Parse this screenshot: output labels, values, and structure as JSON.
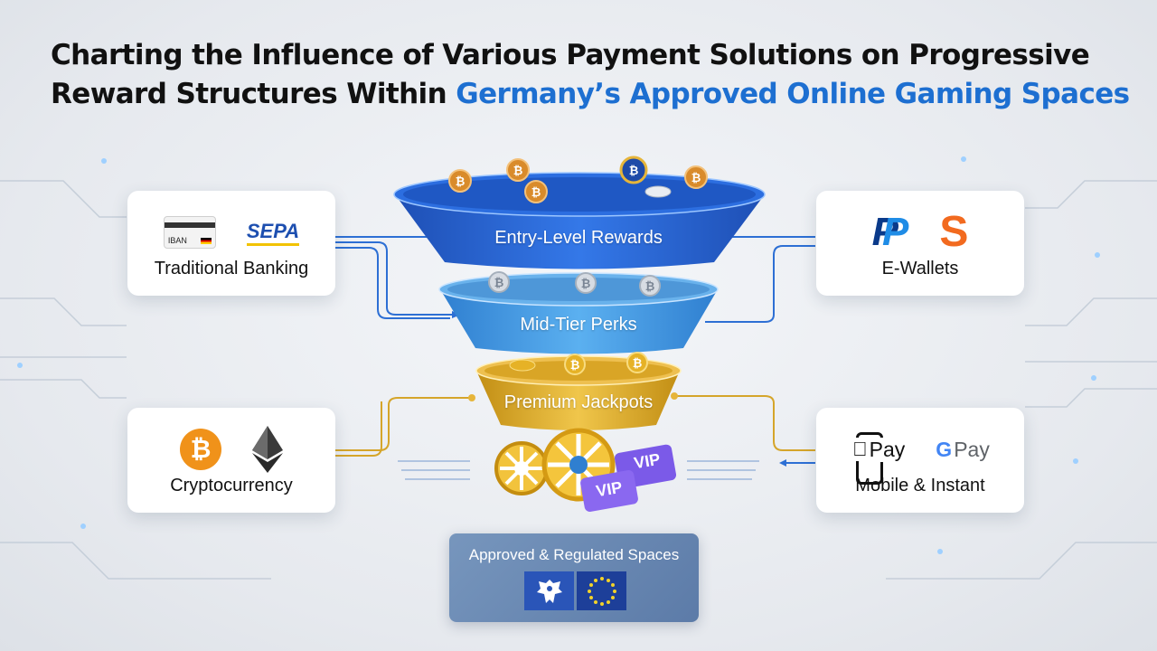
{
  "title": {
    "line1": "Charting the Influence of Various Payment Solutions on Progressive",
    "line2_prefix": "Reward Structures Within ",
    "line2_highlight": "Germany’s Approved Online Gaming Spaces"
  },
  "tiers": [
    {
      "label": "Entry-Level Rewards",
      "color": "#2a63d6"
    },
    {
      "label": "Mid-Tier Perks",
      "color": "#3d8fe0"
    },
    {
      "label": "Premium Jackpots",
      "color": "#d9a826"
    }
  ],
  "payments": {
    "traditional": {
      "label": "Traditional Banking",
      "iban_text": "IBAN",
      "sepa_text": "SEPA"
    },
    "ewallets": {
      "label": "E-Wallets"
    },
    "crypto": {
      "label": "Cryptocurrency"
    },
    "mobile": {
      "label": "Mobile & Instant",
      "apple_pay": "Pay",
      "google_pay": "Pay"
    }
  },
  "vip": {
    "badge1": "VIP",
    "badge2": "VIP"
  },
  "approved": {
    "label": "Approved & Regulated Spaces"
  },
  "colors": {
    "accent": "#1d6fd1",
    "bitcoin": "#f0921a",
    "paypal_dark": "#0a3a8a",
    "paypal_light": "#1f8ce6",
    "skrill_orange": "#f26a1f"
  }
}
